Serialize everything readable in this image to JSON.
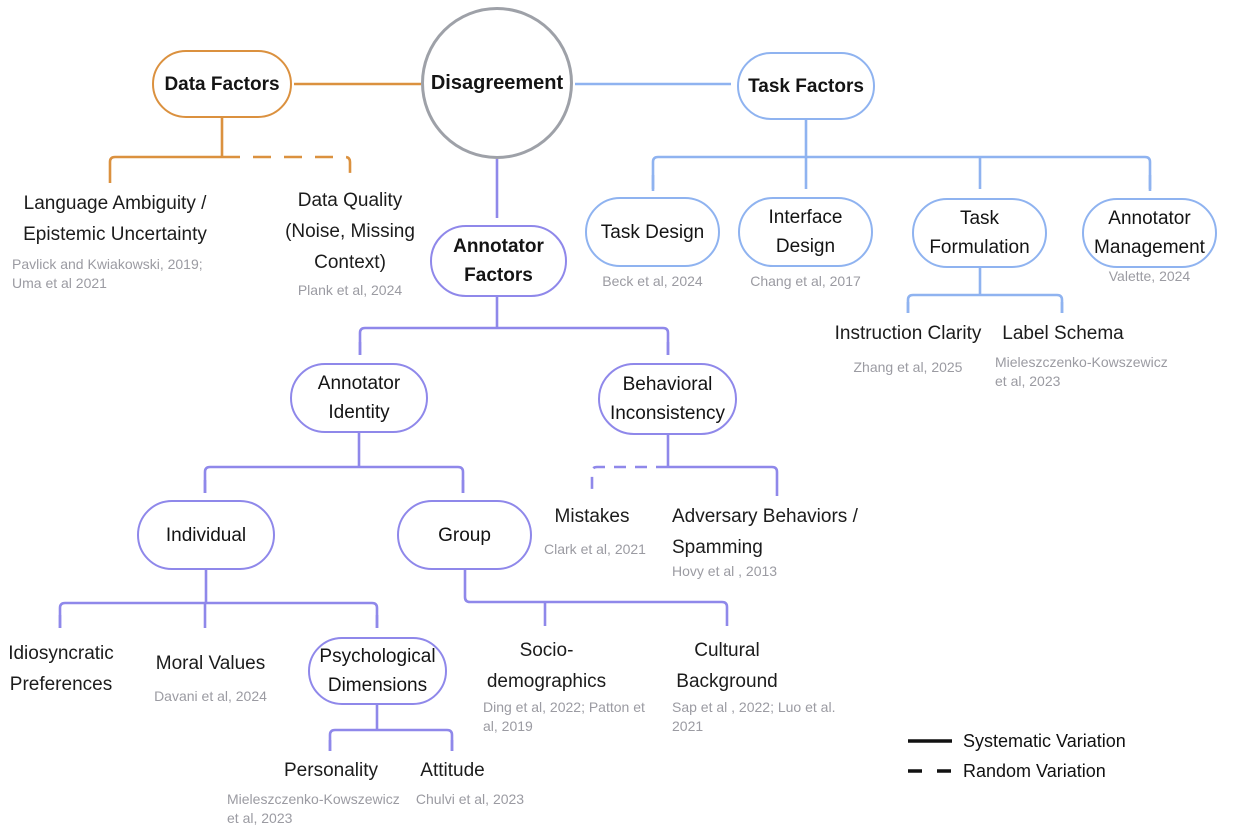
{
  "colors": {
    "data_branch": "#DB913F",
    "task_branch": "#8FB3F0",
    "annotator_branch": "#8F88EA",
    "root_border": "#9EA1A8",
    "citation_gray": "#9B9BA2",
    "text": "#141414"
  },
  "nodes": {
    "disagreement": "Disagreement",
    "data_factors": "Data Factors",
    "task_factors": "Task Factors",
    "annotator_factors": "Annotator Factors",
    "task_design": "Task Design",
    "interface_design": "Interface Design",
    "task_formulation": "Task Formulation",
    "annotator_management": "Annotator Management",
    "annotator_identity": "Annotator Identity",
    "behavioral_inconsistency": "Behavioral Inconsistency",
    "individual": "Individual",
    "group": "Group",
    "psychological_dimensions": "Psychological Dimensions"
  },
  "node_citations": {
    "task_design": "Beck et al, 2024",
    "interface_design": "Chang et al, 2017",
    "annotator_management": "Valette, 2024"
  },
  "leaves": {
    "language_ambiguity": {
      "label": "Language Ambiguity /\nEpistemic Uncertainty",
      "cite": "Pavlick and Kwiakowski, 2019;\nUma et al 2021"
    },
    "data_quality": {
      "label": "Data Quality\n(Noise, Missing\nContext)",
      "cite": "Plank et al, 2024"
    },
    "instruction_clarity": {
      "label": "Instruction Clarity",
      "cite": "Zhang et al, 2025"
    },
    "label_schema": {
      "label": "Label Schema",
      "cite": "Mieleszczenko-Kowszewicz\net al, 2023"
    },
    "mistakes": {
      "label": "Mistakes",
      "cite": "Clark et al, 2021"
    },
    "adversary": {
      "label": "Adversary Behaviors /\nSpamming",
      "cite": "Hovy et al , 2013"
    },
    "idiosyncratic": {
      "label": "Idiosyncratic\nPreferences"
    },
    "moral_values": {
      "label": "Moral Values",
      "cite": "Davani et al, 2024"
    },
    "socio_demographics": {
      "label": "Socio-\ndemographics",
      "cite": "Ding et al, 2022; Patton et\nal, 2019"
    },
    "cultural_background": {
      "label": "Cultural\nBackground",
      "cite": "Sap et al , 2022; Luo et al.\n2021"
    },
    "personality": {
      "label": "Personality",
      "cite": "Mieleszczenko-Kowszewicz\net al, 2023"
    },
    "attitude": {
      "label": "Attitude",
      "cite": "Chulvi et al, 2023"
    }
  },
  "legend": {
    "systematic": "Systematic Variation",
    "random": "Random Variation"
  }
}
